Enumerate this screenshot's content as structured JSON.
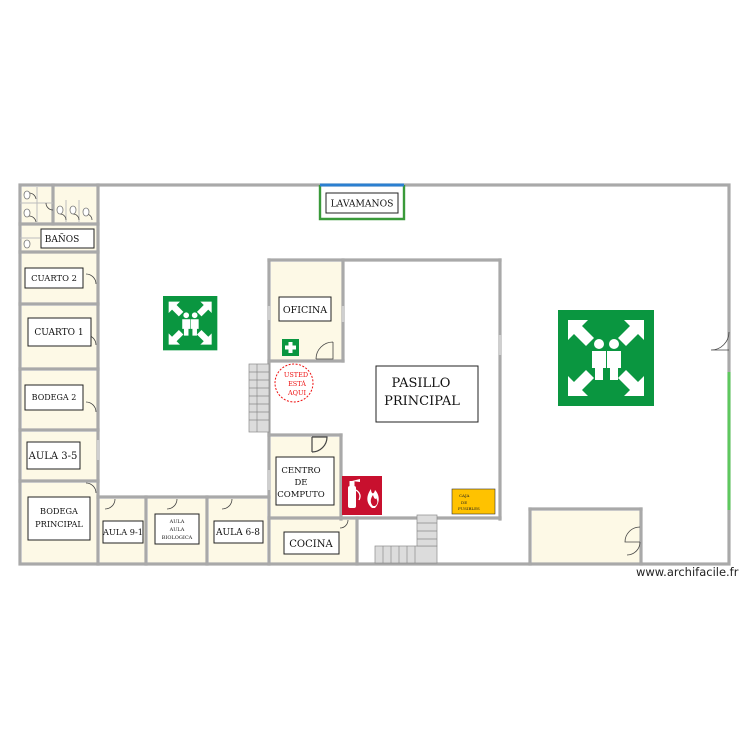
{
  "rooms": {
    "lavamanos": "LAVAMANOS",
    "banos": "BAÑOS",
    "cuarto2": "CUARTO 2",
    "cuarto1": "CUARTO 1",
    "bodega2": "BODEGA 2",
    "aula35": "AULA 3-5",
    "bodega_principal_1": "BODEGA",
    "bodega_principal_2": "PRINCIPAL",
    "aula91": "AULA 9-1",
    "aula_bio_1": "AULA",
    "aula_bio_2": "AULA",
    "aula_bio_3": "BIOLOGICA",
    "aula68": "AULA 6-8",
    "oficina": "OFICINA",
    "computo_1": "CENTRO",
    "computo_2": "DE",
    "computo_3": "COMPUTO",
    "cocina": "COCINA",
    "pasillo_1": "PASILLO",
    "pasillo_2": "PRINCIPAL"
  },
  "here_marker": {
    "line1": "USTED",
    "line2": "ESTÁ",
    "line3": "AQUI"
  },
  "breaker_box": {
    "line1": "CAJA",
    "line2": "DE",
    "line3": "FUSIBLES"
  },
  "colors": {
    "wall": "#a9a9a9",
    "room_fill": "#fdf9e6",
    "safety_green": "#0a9640",
    "fire_red": "#c8102e",
    "breaker_yellow": "#ffc200",
    "lavamanos_border_top": "#2b7fd0",
    "lavamanos_border": "#3a9a3a",
    "marker_red": "#e11"
  },
  "watermark": "www.archifacile.fr"
}
